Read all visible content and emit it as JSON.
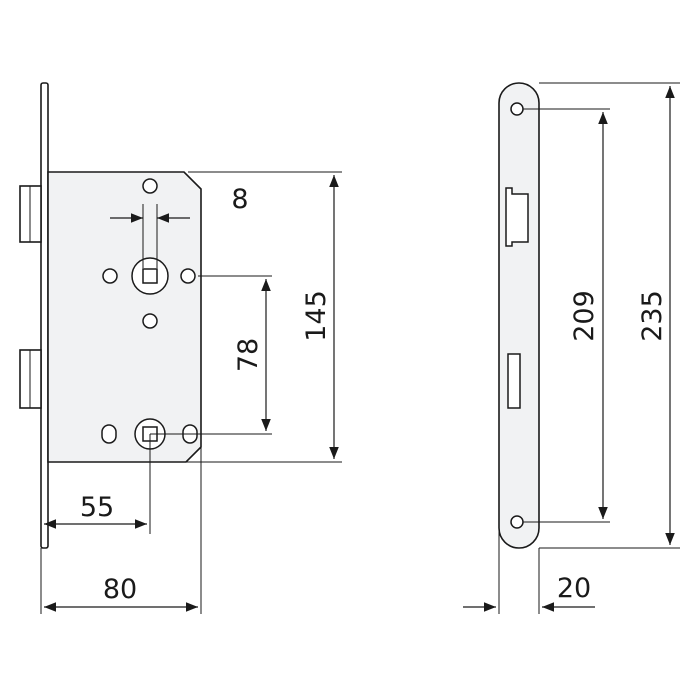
{
  "dimensions": {
    "spindle_size": "8",
    "lock_body_height": "145",
    "handle_to_cylinder": "78",
    "backset": "55",
    "body_depth": "80",
    "hole_spacing": "209",
    "faceplate_length": "235",
    "faceplate_width": "20"
  }
}
